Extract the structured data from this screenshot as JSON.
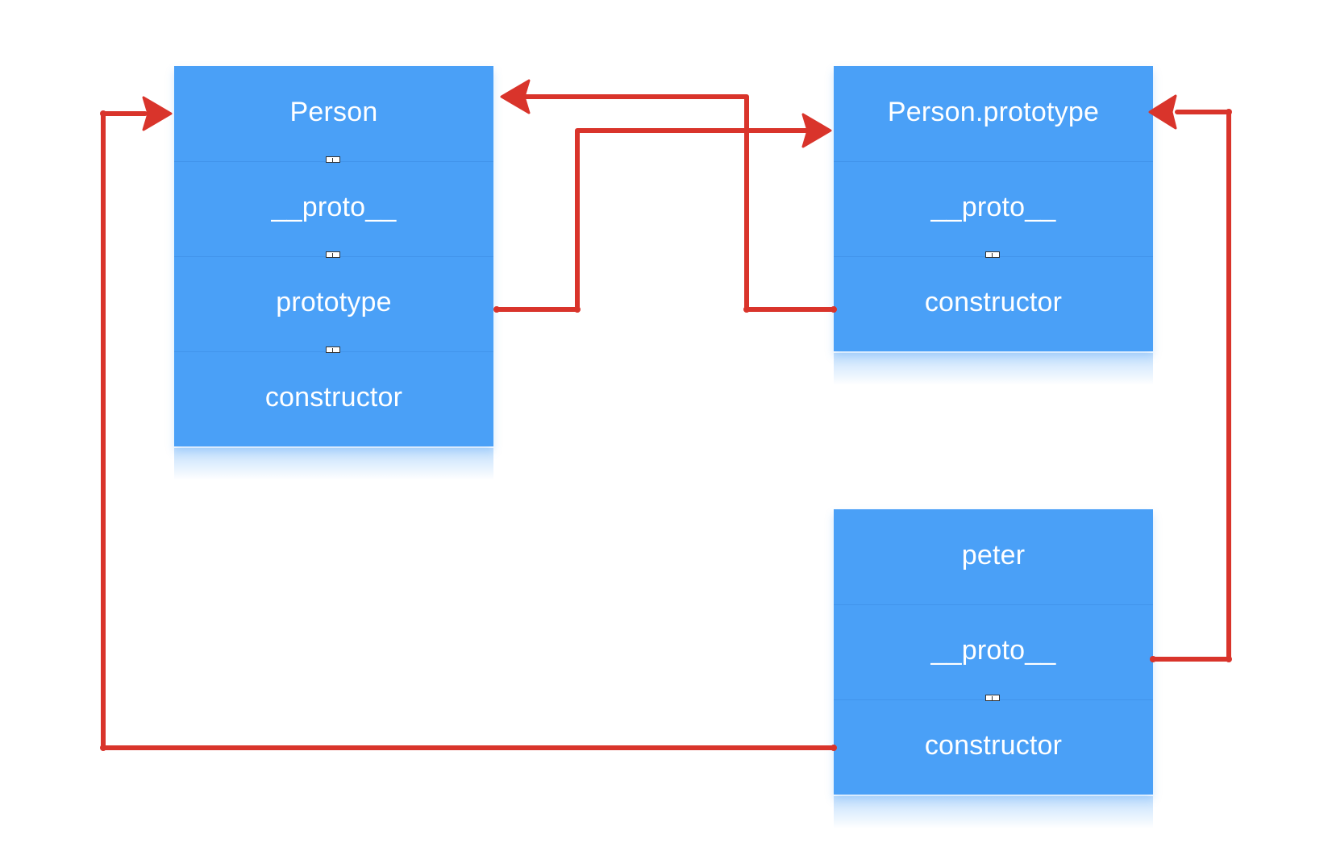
{
  "boxes": {
    "person": {
      "fields": [
        "Person",
        "__proto__",
        "prototype",
        "constructor"
      ]
    },
    "person_prototype": {
      "fields": [
        "Person.prototype",
        "__proto__",
        "constructor"
      ]
    },
    "peter": {
      "fields": [
        "peter",
        "__proto__",
        "constructor"
      ]
    }
  },
  "colors": {
    "box_fill": "#4aa0f7",
    "box_text": "#ffffff",
    "arrow": "#d9342b",
    "background": "#ffffff"
  }
}
